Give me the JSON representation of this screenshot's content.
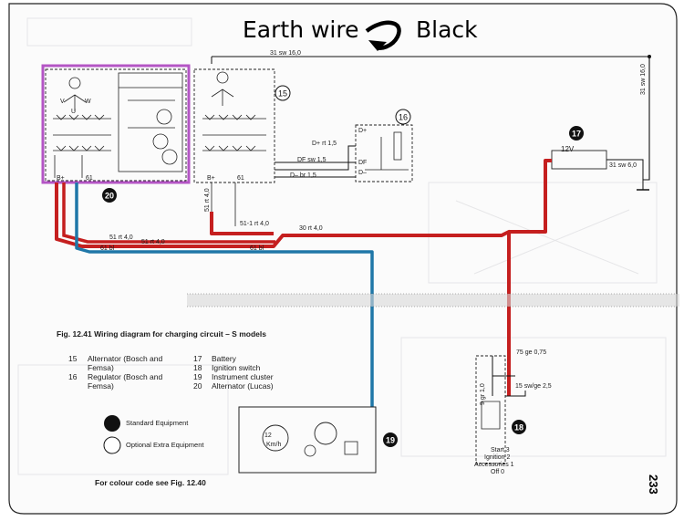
{
  "annotation": {
    "left": "Earth wire",
    "right": "Black"
  },
  "caption": "Fig. 12.41 Wiring diagram for charging circuit – S models",
  "colour_note": "For colour code see Fig. 12.40",
  "page_number": "233",
  "legend_items": [
    {
      "num": "15",
      "text": "Alternator (Bosch and",
      "text2": "Femsa)"
    },
    {
      "num": "16",
      "text": "Regulator (Bosch and",
      "text2": "Femsa)"
    },
    {
      "num": "17",
      "text": "Battery",
      "text2": ""
    },
    {
      "num": "18",
      "text": "Ignition switch",
      "text2": ""
    },
    {
      "num": "19",
      "text": "Instrument cluster",
      "text2": ""
    },
    {
      "num": "20",
      "text": "Alternator (Lucas)",
      "text2": ""
    }
  ],
  "key": {
    "standard": "Standard Equipment",
    "optional": "Optional Extra Equipment"
  },
  "component_numbers": {
    "c15": "15",
    "c16": "16",
    "c17": "17",
    "c18": "18",
    "c19": "19",
    "c20": "20"
  },
  "wire_labels": {
    "w1": "31 sw 16,0",
    "w2": "31 sw 16,0",
    "w3": "D+ rt 1,5",
    "w4": "DF sw 1,5",
    "w5": "D– br 1,5",
    "w6": "51-1 rt 4,0",
    "w7": "30 rt 4,0",
    "w8": "51 rt 4,0",
    "w9": "61 bl",
    "w10": "31 sw 6,0",
    "w11": "75 ge 0,75",
    "w12": "15 sw/ge 2,5",
    "w13": "9 gr 1,0",
    "w14": "51 rt 4,0",
    "w15": "61 bl",
    "w16": "51 rt 4,0"
  },
  "terminal_labels": {
    "b_plus": "B+",
    "t61": "61",
    "d_plus": "D+",
    "df": "DF",
    "d_minus": "D–",
    "v": "V",
    "u": "U",
    "w": "W"
  },
  "battery_label": "12V",
  "instrument": {
    "kmh": "Km/h",
    "twelve": "12"
  },
  "ignition": {
    "start": "Start 3",
    "ignition": "Ignition 2",
    "accessories": "Accessories 1",
    "off": "Off 0"
  }
}
